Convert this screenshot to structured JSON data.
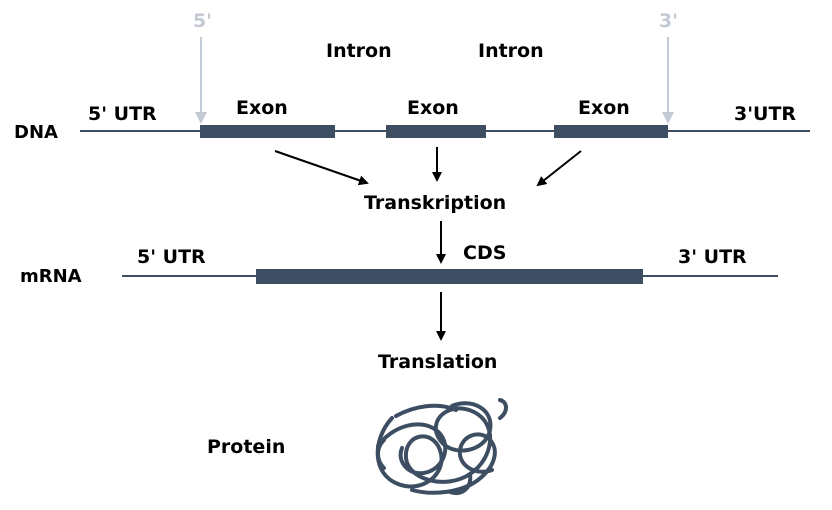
{
  "colors": {
    "strand": "#3d4e63",
    "marker": "#c3cad3",
    "arrow": "#000000",
    "text": "#000000"
  },
  "dna": {
    "label": "DNA",
    "utr5": "5' UTR",
    "utr3": "3'UTR",
    "marker5": "5'",
    "marker3": "3'",
    "exons": [
      "Exon",
      "Exon",
      "Exon"
    ],
    "introns": [
      "Intron",
      "Intron"
    ]
  },
  "process": {
    "transcription": "Transkription",
    "translation": "Translation"
  },
  "mrna": {
    "label": "mRNA",
    "utr5": "5' UTR",
    "utr3": "3' UTR",
    "cds": "CDS"
  },
  "protein": {
    "label": "Protein",
    "icon": "protein-coil-icon"
  }
}
